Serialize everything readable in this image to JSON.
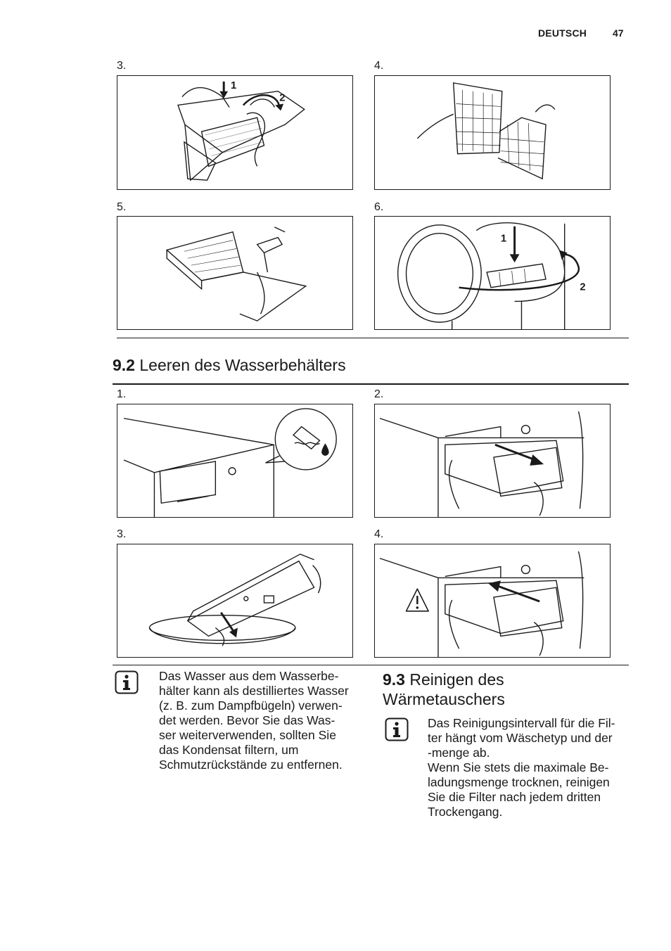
{
  "header": {
    "language": "DEUTSCH",
    "page_number": "47"
  },
  "filter_steps": [
    {
      "label": "3."
    },
    {
      "label": "4."
    },
    {
      "label": "5."
    },
    {
      "label": "6."
    }
  ],
  "filter_callouts": {
    "step3_a": "1",
    "step3_b": "2",
    "step6_a": "1",
    "step6_b": "2"
  },
  "section_9_2": {
    "number": "9.2",
    "title": "Leeren des Wasserbehälters"
  },
  "water_steps": [
    {
      "label": "1."
    },
    {
      "label": "2."
    },
    {
      "label": "3."
    },
    {
      "label": "4."
    }
  ],
  "note_water": {
    "icon": "info-icon",
    "text": "Das Wasser aus dem Wasserbe-\nhälter kann als destilliertes Wasser\n(z. B. zum Dampfbügeln) verwen-\ndet werden. Bevor Sie das Was-\nser weiterverwenden, sollten Sie\ndas Kondensat filtern, um\nSchmutzrückstände zu entfernen."
  },
  "section_9_3": {
    "number": "9.3",
    "title_line1": "Reinigen des",
    "title_line2": "Wärmetauschers"
  },
  "note_interval": {
    "icon": "info-icon",
    "text": "Das Reinigungsintervall für die Fil-\nter hängt vom Wäschetyp und der\n-menge ab.\nWenn Sie stets die maximale Be-\nladungsmenge trocknen, reinigen\nSie die Filter nach jedem dritten\nTrockengang."
  }
}
